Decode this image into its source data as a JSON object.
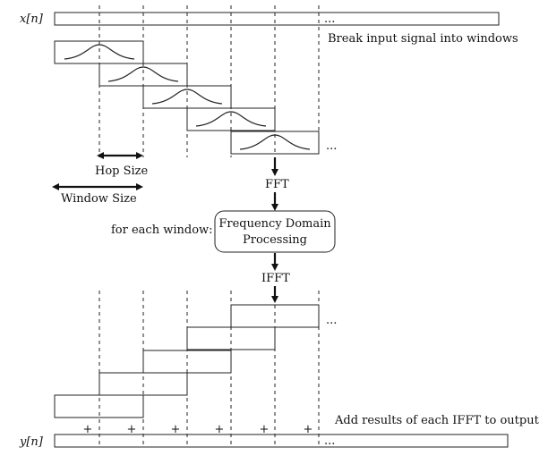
{
  "labels": {
    "x_signal": "x[n]",
    "y_signal": "y[n]",
    "ellipsis": "...",
    "break_input": "Break input signal into windows",
    "hop_size": "Hop Size",
    "window_size": "Window Size",
    "fft": "FFT",
    "ifft": "IFFT",
    "for_each_window": "for each window:",
    "processing_line1": "Frequency Domain",
    "processing_line2": "Processing",
    "add_results": "Add results of each IFFT to output",
    "plus": "+"
  }
}
